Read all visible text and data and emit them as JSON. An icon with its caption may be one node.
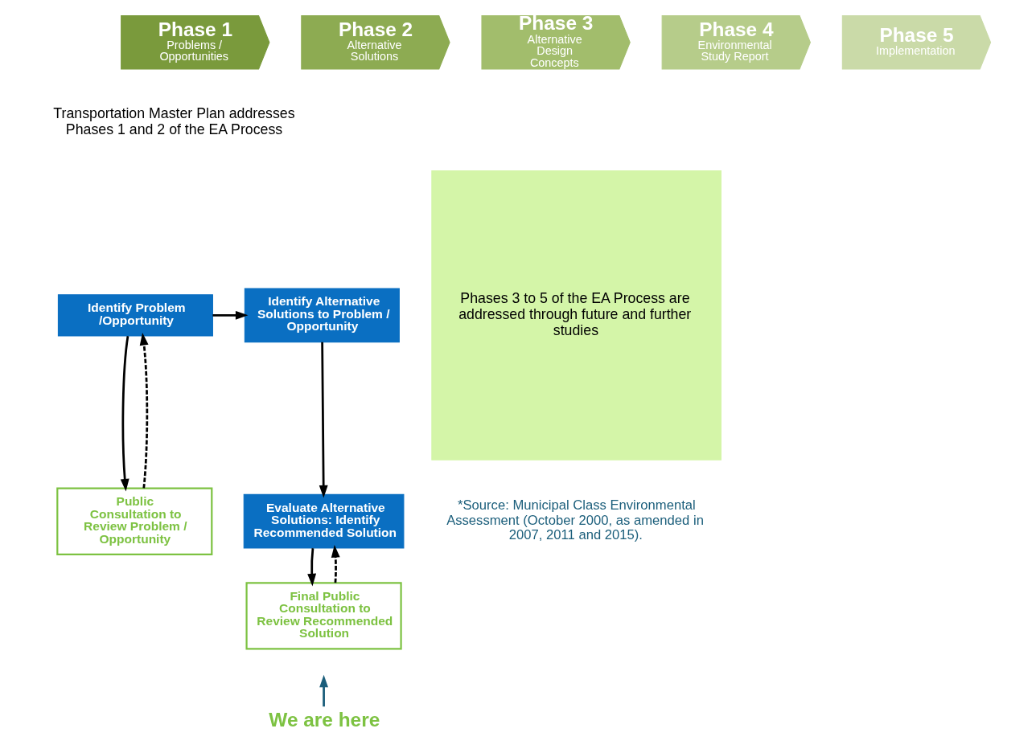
{
  "diagram": {
    "nodes": [
      {
        "text": [
          "Phase 1",
          "Problems / Opportunities"
        ]
      },
      {
        "text": [
          "Phase 2",
          "Alternative Solutions"
        ]
      },
      {
        "text": [
          "Phase 3",
          "Alternative Design Concepts"
        ]
      },
      {
        "text": [
          "Phase 4",
          "Environmental Study Report"
        ]
      },
      {
        "text": [
          "Phase 5",
          "Implementation"
        ]
      },
      {
        "text": [
          "Identify Problem /Opportunity"
        ]
      },
      {
        "text": [
          "Identify Alternative Solutions to Problem / Opportunity"
        ]
      },
      {
        "text": [
          "Phases 3 to 5 of the EA Process are addressed through future and further studies"
        ]
      },
      {
        "text": [
          "Public Consultation to Review Problem / Opportunity"
        ]
      },
      {
        "text": [
          "Evaluate Alternative Solutions: Identify Recommended Solution"
        ]
      },
      {
        "text": [
          "Final Public Consultation to Review Recommended Solution"
        ]
      },
      {
        "text": [
          "We are here"
        ]
      }
    ],
    "edges": [
      {
        "from": 5,
        "to": 6,
        "arrow": "to"
      },
      {
        "from": 5,
        "to": 8,
        "arrow": "to"
      },
      {
        "from": 8,
        "to": 5,
        "arrow": "to",
        "style": "dashed"
      },
      {
        "from": 6,
        "to": 9,
        "arrow": "to"
      },
      {
        "from": 9,
        "to": 10,
        "arrow": "to"
      },
      {
        "from": 10,
        "to": 9,
        "arrow": "to",
        "style": "dashed"
      },
      {
        "from": 11,
        "to": null,
        "arrow": "to",
        "color": "#1b5e7b"
      }
    ],
    "labels": [
      "Transportation Master Plan addresses Phases 1 and 2 of the EA Process",
      "*Source: Municipal Class Environmental Assessment (October 2000, as amended in 2007, 2011 and 2015)."
    ]
  }
}
